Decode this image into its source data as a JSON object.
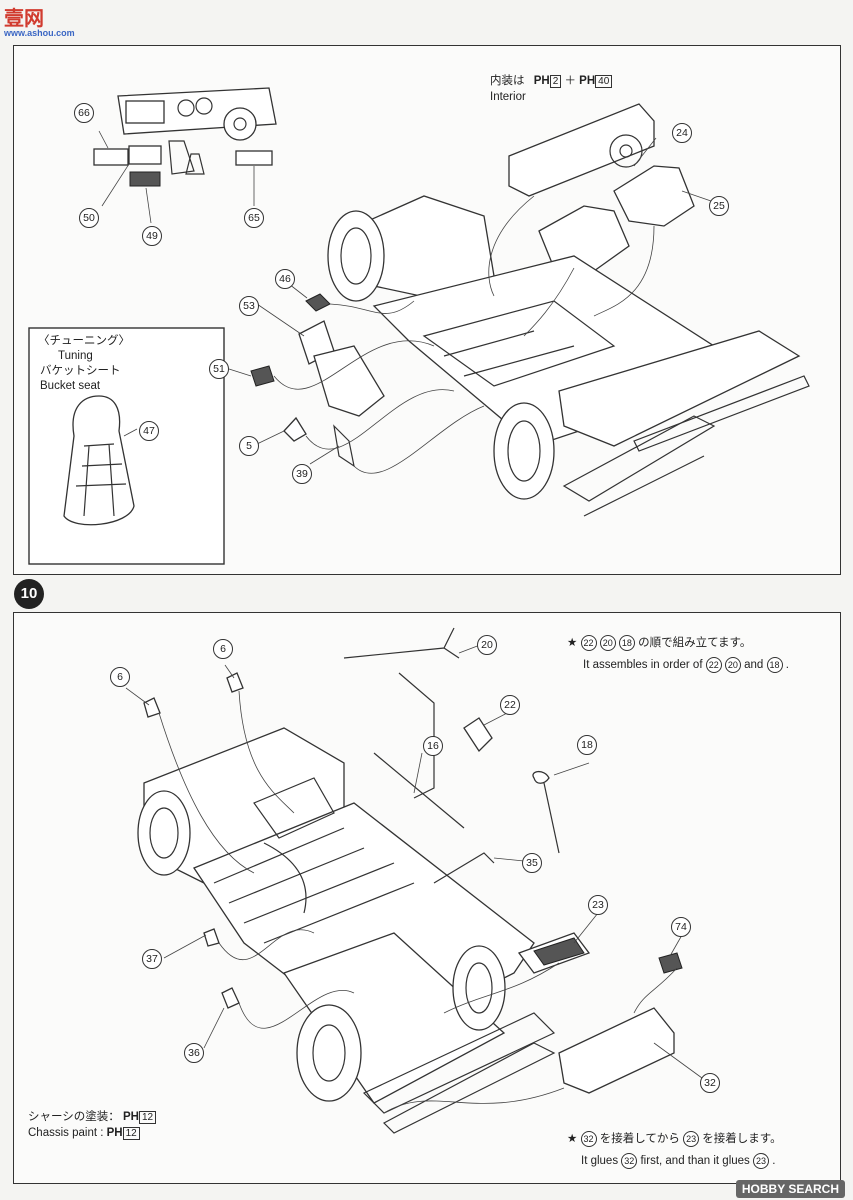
{
  "watermark_top": {
    "brand": "壹网",
    "url": "www.ashou.com"
  },
  "watermark_bottom": "HOBBY SEARCH",
  "step": {
    "number": "10"
  },
  "interior": {
    "label_jp": "内装は",
    "paint_code_1": "PH",
    "paint_num_1": "2",
    "plus": "＋",
    "paint_code_2": "PH",
    "paint_num_2": "40",
    "label_en": "Interior"
  },
  "tuning": {
    "title_jp": "〈チューニング〉",
    "title_en": "Tuning",
    "item_jp": "バケットシート",
    "item_en": "Bucket seat",
    "part": "47"
  },
  "top_parts": [
    "66",
    "50",
    "49",
    "65",
    "24",
    "25",
    "46",
    "53",
    "51",
    "5",
    "39"
  ],
  "bottom_parts": [
    "6",
    "6",
    "20",
    "22",
    "16",
    "18",
    "35",
    "23",
    "74",
    "37",
    "36",
    "32"
  ],
  "note_assembly": {
    "star": "★",
    "jp_seq": [
      "22",
      "20",
      "18"
    ],
    "jp_suffix": "の順で組み立てます。",
    "en_prefix": "It assembles in order of",
    "en_p1": "22",
    "en_p2": "20",
    "en_and": "and",
    "en_p3": "18",
    "en_end": "."
  },
  "chassis_paint": {
    "jp": "シャーシの塗装：",
    "en": "Chassis paint :",
    "code": "PH",
    "num": "12"
  },
  "note_glue": {
    "star": "★",
    "jp_p1": "32",
    "jp_mid": "を接着してから",
    "jp_p2": "23",
    "jp_end": "を接着します。",
    "en_prefix": "It glues",
    "en_p1": "32",
    "en_mid": "first, and than it glues",
    "en_p2": "23",
    "en_end": "."
  }
}
